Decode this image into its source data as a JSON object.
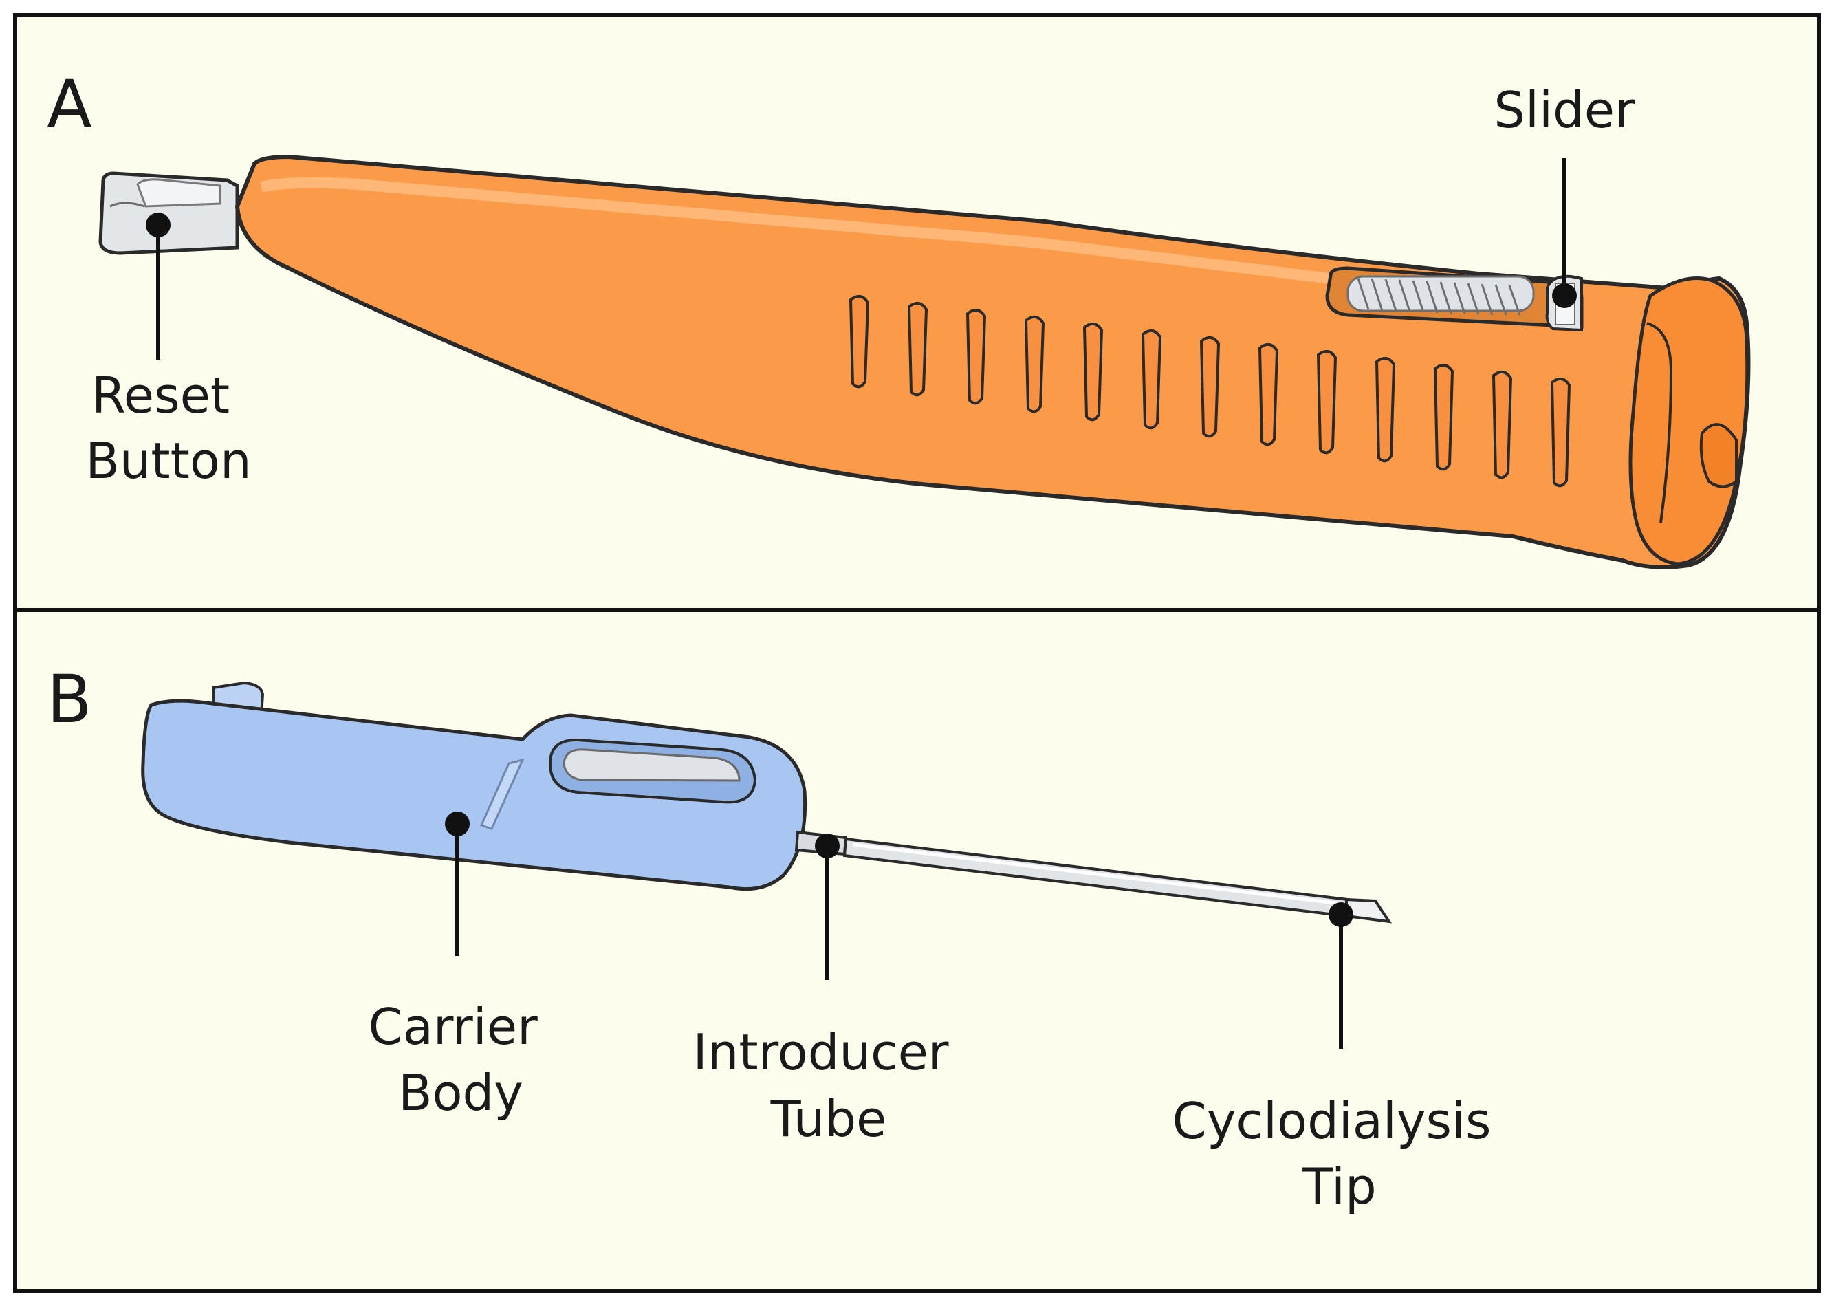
{
  "colors": {
    "background": "#fdfdee",
    "frame": "#111111",
    "device_a_body": "#fb9b4a",
    "device_b_body": "#a9c6f3",
    "metal": "#e2e5e8"
  },
  "panel_a": {
    "letter": "A",
    "labels": {
      "reset_button": [
        "Reset",
        "Button"
      ],
      "slider": [
        "Slider"
      ]
    }
  },
  "panel_b": {
    "letter": "B",
    "labels": {
      "carrier_body": [
        "Carrier",
        "Body"
      ],
      "introducer_tube": [
        "Introducer",
        "Tube"
      ],
      "cyclodialysis_tip": [
        "Cyclodialysis",
        "Tip"
      ]
    }
  }
}
